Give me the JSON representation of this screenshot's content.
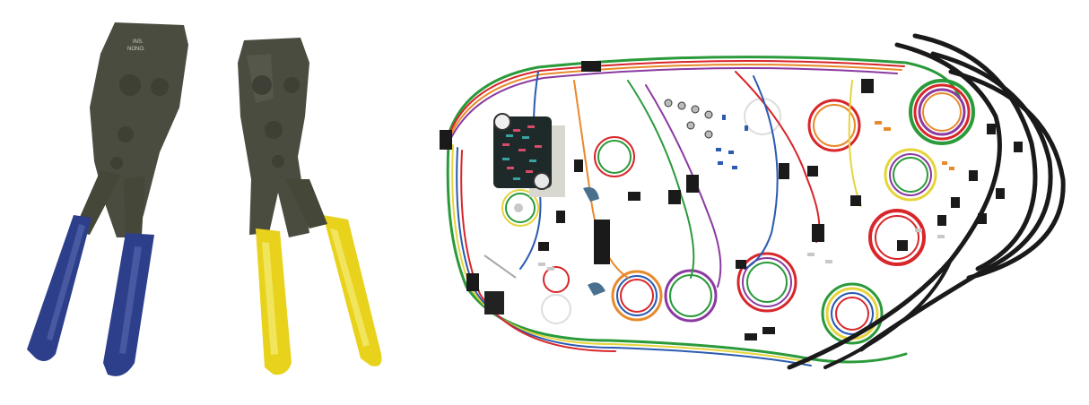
{
  "scene": {
    "description": "Product photo on white: two wire crimping tools and an automotive wiring harness kit",
    "background": "#ffffff"
  },
  "items": [
    {
      "name": "crimping tool",
      "handle_color": "#2d3f8a",
      "body_color": "#4a4c40",
      "stamp_lines": [
        "INS.",
        "NONO."
      ]
    },
    {
      "name": "crimping tool",
      "handle_color": "#e8d21c",
      "body_color": "#4a4c40",
      "stamp_lines": []
    },
    {
      "name": "wiring harness kit",
      "components": [
        "fuse block",
        "wire loops",
        "connectors",
        "switches",
        "spark plug wires"
      ]
    }
  ],
  "colors": {
    "tool_body": "#4a4c40",
    "blue_handle": "#2d3f8a",
    "yellow_handle": "#e8d21c",
    "spark_wire": "#1a1a1a",
    "fuse_block": "#1e2a2a",
    "wire_red": "#d8262a",
    "wire_green": "#2a9a3a",
    "wire_orange": "#e8892a",
    "wire_purple": "#8a3aa0",
    "wire_yellow": "#e6d43a",
    "wire_blue": "#2a5ab0"
  }
}
